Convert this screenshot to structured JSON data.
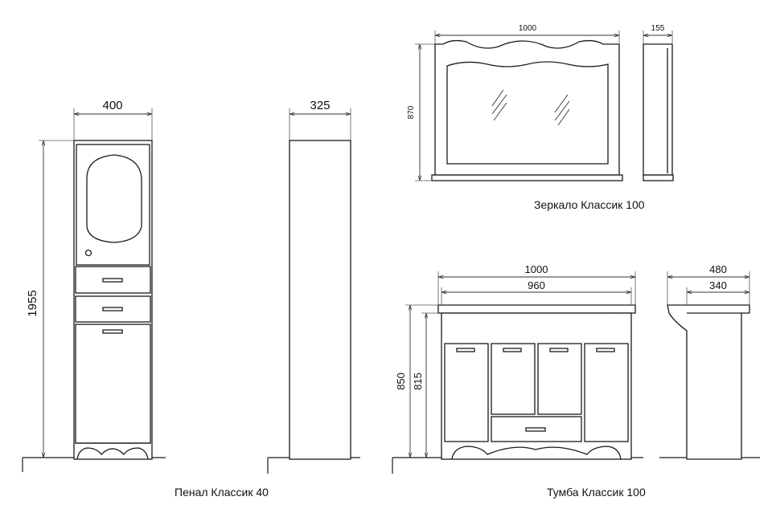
{
  "penal": {
    "caption": "Пенал Классик 40",
    "width": "400",
    "depth": "325",
    "height": "1955"
  },
  "mirror": {
    "caption": "Зеркало Классик 100",
    "width": "1000",
    "depth": "155",
    "height": "870"
  },
  "tumba": {
    "caption": "Тумба Классик 100",
    "width_outer": "1000",
    "width_inner": "960",
    "depth_outer": "480",
    "depth_inner": "340",
    "height_total": "850",
    "height_body": "815"
  }
}
